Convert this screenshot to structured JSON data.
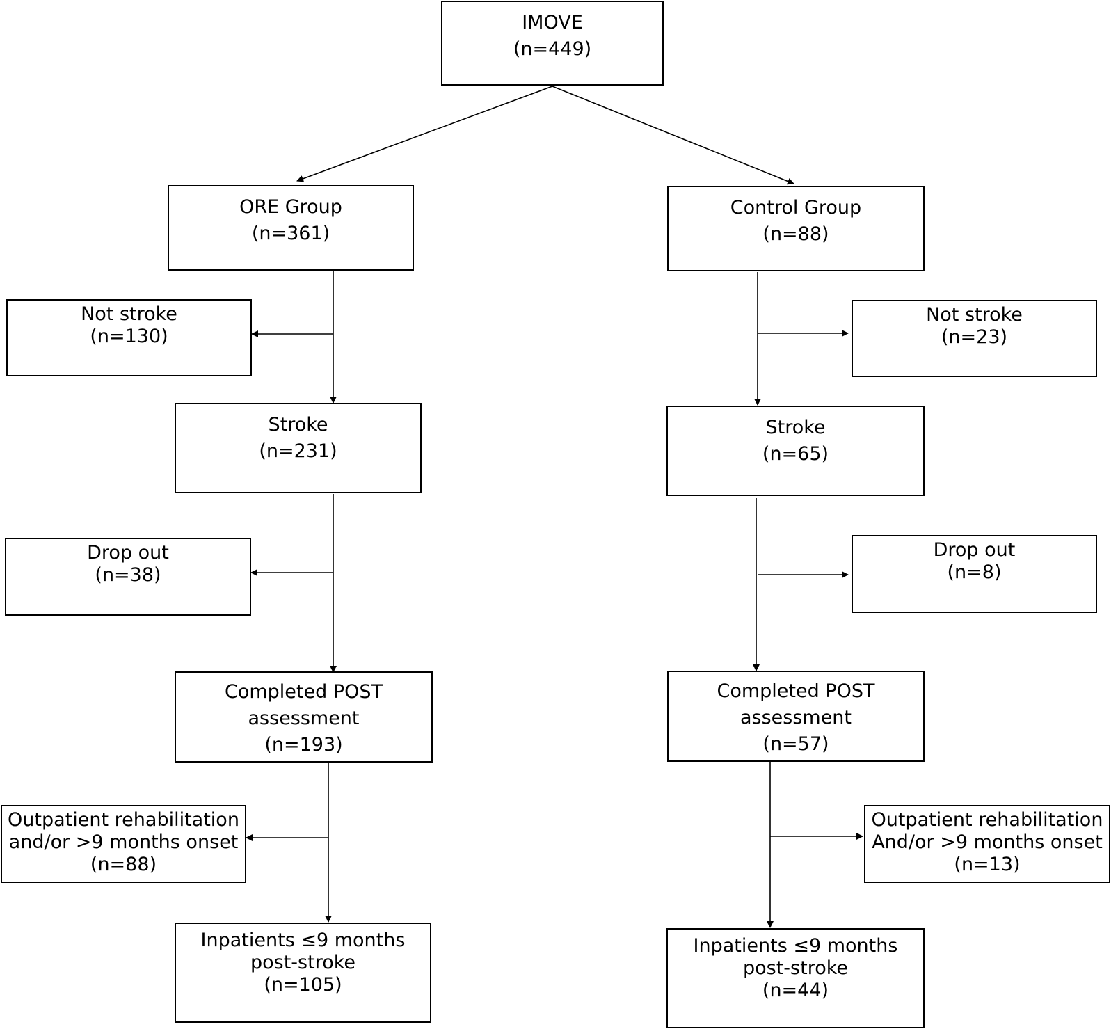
{
  "nodes": {
    "imove": {
      "label": "IMOVE",
      "n": "(n=449)"
    },
    "ore_group": {
      "label": "ORE Group",
      "n": "(n=361)"
    },
    "control_group": {
      "label": "Control Group",
      "n": "(n=88)"
    },
    "ore_not_stroke": {
      "label": "Not stroke",
      "n": "(n=130)"
    },
    "control_not_stroke": {
      "label": "Not stroke",
      "n": "(n=23)"
    },
    "ore_stroke": {
      "label": "Stroke",
      "n": "(n=231)"
    },
    "control_stroke": {
      "label": "Stroke",
      "n": "(n=65)"
    },
    "ore_drop_out": {
      "label": "Drop out",
      "n": "(n=38)"
    },
    "control_drop_out": {
      "label": "Drop out",
      "n": "(n=8)"
    },
    "ore_completed": {
      "line1": "Completed POST",
      "line2": "assessment",
      "n": "(n=193)"
    },
    "control_completed": {
      "line1": "Completed POST",
      "line2": "assessment",
      "n": "(n=57)"
    },
    "ore_outpatient": {
      "line1": "Outpatient rehabilitation",
      "line2": "and/or >9 months onset",
      "n": "(n=88)"
    },
    "control_outpatient": {
      "line1": "Outpatient rehabilitation",
      "line2": "And/or >9 months onset",
      "n": "(n=13)"
    },
    "ore_inpatients": {
      "line1": "Inpatients ≤9 months",
      "line2": "post-stroke",
      "n": "(n=105)"
    },
    "control_inpatients": {
      "line1": "Inpatients ≤9 months",
      "line2": "post-stroke",
      "n": "(n=44)"
    }
  }
}
